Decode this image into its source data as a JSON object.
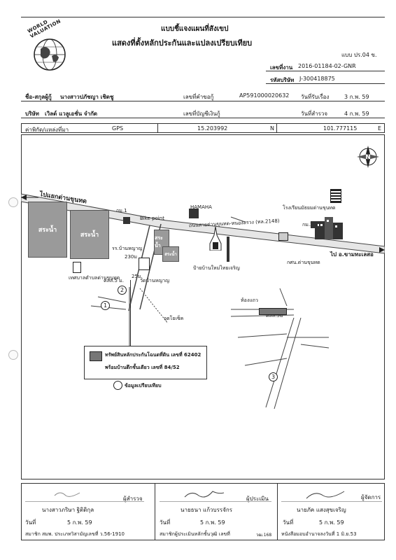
{
  "logo": {
    "text": "WORLD VALUATION"
  },
  "title": {
    "line1": "แบบชี้แจงแผนที่สังเขป",
    "line2": "แสดงที่ตั้งหลักประกันและแปลงเปรียบเทียบ"
  },
  "form_code": "แบบ ปร.04 ข.",
  "job": {
    "no_label": "เลขที่งาน",
    "no_value": "2016-01184-02-GNR",
    "company_label": "รหัสบริษัท",
    "company_value": "J-300418875"
  },
  "borrower": {
    "name_label": "ชื่อ-สกุลผู้กู้",
    "name_value": "นางสาวปภัชญา  เชิดชู",
    "req_label": "เลขที่คำขอกู้",
    "req_value": "AP591000020632",
    "recv_label": "วันที่รับเรื่อง",
    "recv_value": "3 ก.พ. 59"
  },
  "company": {
    "name_label": "บริษัท",
    "name_value": "เวิลด์ แวลูเอชั่น  จำกัด",
    "acct_label": "เลขที่บัญชีเงินกู้",
    "survey_label": "วันที่สำรวจ",
    "survey_value": "4 ก.พ. 59"
  },
  "coords": {
    "label": "ค่าพิกัด/แหล่งที่มา",
    "source": "GPS",
    "lat": "15.203992",
    "n": "N",
    "lon": "101.777115",
    "e": "E"
  },
  "map": {
    "road_left": "ไปแยกด่านขุนทด",
    "road_main": "ถนนสายด่านขุนทด-หนองสรวง (ทล.2148)",
    "road_right": "ไป อ.ขามทะเลสอ",
    "water1": "สระน้ำ",
    "water2": "สระน้ำ",
    "water3": "สระน้ำ",
    "water4": "สระน้ำ",
    "km1": "กม.1",
    "km2": "กม.2",
    "bike": "Bike point",
    "hamaha": "HAMAHA",
    "school_small": "รร.บ้านหญาญ",
    "dist": "230ม",
    "dist2": "25ม.",
    "temple": "วัดบ้านหญาญ",
    "school_big": "โรงเรียนมัธยมด่านขุนทด",
    "police": "กศน.ด่านขุนทด",
    "bus_stop": "ป้ายบ้านใหม่ไทยเจริญ",
    "municipal": "เทศบาลตำบลด่านขุนทด",
    "clinic": "คลส.5 ม.",
    "room": "ห้องแถว",
    "room_dist": "คลส.5ม",
    "point": "จุดโยเซ็ค",
    "n1": "1",
    "n2": "2",
    "n3": "3",
    "legend_line1": "ทรัพย์สินหลักประกันโฉนดที่ดิน  เลขที่ 62402",
    "legend_line2": "พร้อมบ้านตึกชั้นเดียว  เลขที่ 84/52",
    "legend_cmp": "ข้อมูลเปรียบเทียบ"
  },
  "sign": {
    "surveyor_role": "ผู้สำรวจ",
    "surveyor_name": "นางสาวภริษา  ฐิติดิกุล",
    "surveyor_date_label": "วันที่",
    "surveyor_date": "5 ก.พ. 59",
    "surveyor_member": "สมาชิก  สมพ. ประเภทวิสามัญเลขที่   ว.56-1910",
    "appraiser_role": "ผู้ประเมิน",
    "appraiser_name": "นายธนา  แก้วบรรจักร",
    "appraiser_date_label": "วันที่",
    "appraiser_date": "5 ก.พ. 59",
    "appraiser_member": "สมาชิกผู้ประเมินหลักชั้นวุฒิ  เลขที่",
    "appraiser_no": "วฒ.168",
    "manager_role": "ผู้จัดการ",
    "manager_name": "นายภัค  แสงสุขเจริญ",
    "manager_date_label": "วันที่",
    "manager_date": "5 ก.พ. 59",
    "manager_note": "หนังสือมอบอำนาจลงวันที่ 1 มิ.ย.53"
  }
}
